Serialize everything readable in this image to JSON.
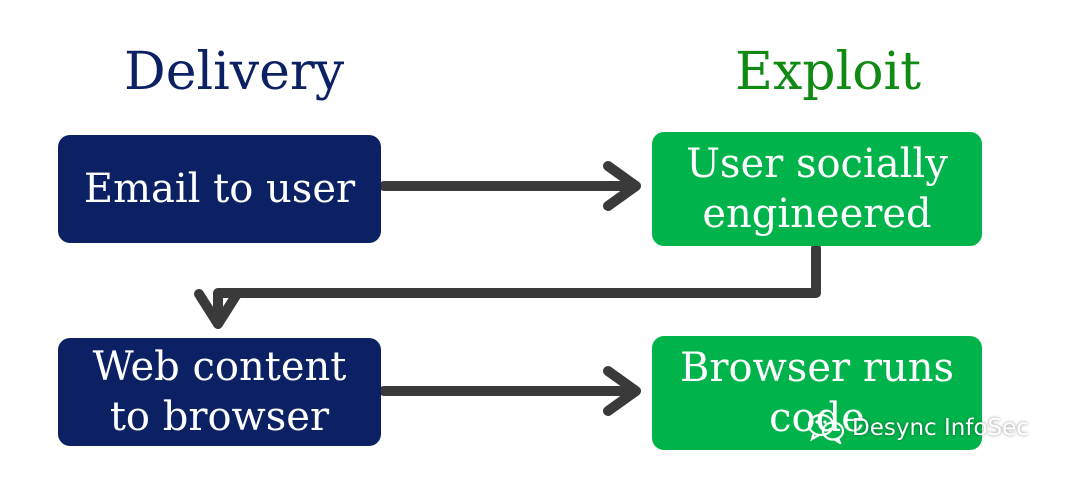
{
  "colors": {
    "delivery": "#0c2163",
    "exploit": "#00b44b",
    "exploit_heading": "#118a14",
    "arrow": "#3a3a3a"
  },
  "headings": {
    "left": "Delivery",
    "right": "Exploit"
  },
  "boxes": {
    "email": {
      "lines": [
        "Email to user"
      ]
    },
    "social": {
      "lines": [
        "User socially",
        "engineered"
      ]
    },
    "web": {
      "lines": [
        "Web content",
        "to browser"
      ]
    },
    "runs": {
      "lines": [
        "Browser runs",
        "code"
      ]
    }
  },
  "watermark": {
    "icon": "wechat-icon",
    "text": "Desync InfoSec"
  }
}
